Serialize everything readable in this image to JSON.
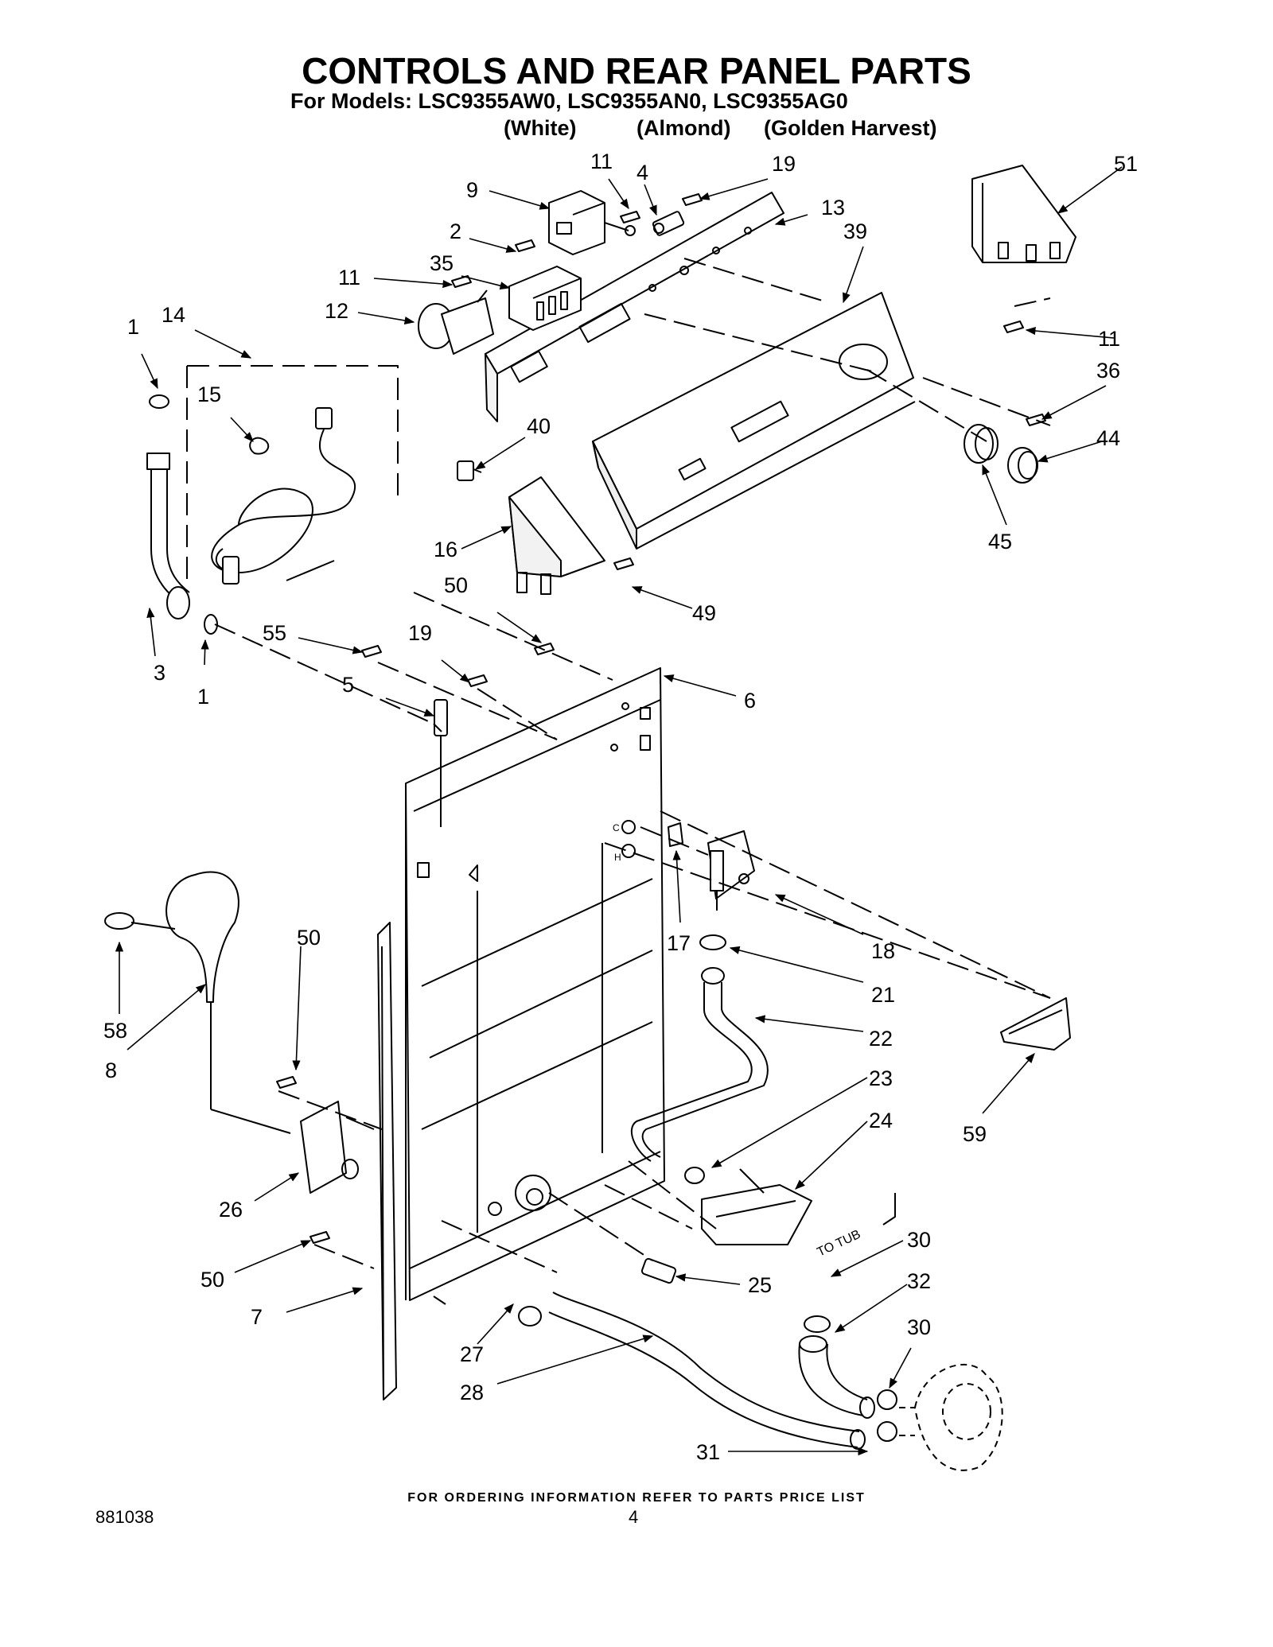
{
  "header": {
    "title": "CONTROLS AND REAR PANEL PARTS",
    "models_line": "For Models: LSC9355AW0, LSC9355AN0, LSC9355AG0",
    "variant_white": "(White)",
    "variant_almond": "(Almond)",
    "variant_golden": "(Golden Harvest)"
  },
  "callouts": {
    "c1a": "1",
    "c1b": "1",
    "c2": "2",
    "c3": "3",
    "c4": "4",
    "c5": "5",
    "c6": "6",
    "c7": "7",
    "c8": "8",
    "c9": "9",
    "c11a": "11",
    "c11b": "11",
    "c11c": "11",
    "c12": "12",
    "c13": "13",
    "c14": "14",
    "c15": "15",
    "c16": "16",
    "c17": "17",
    "c18": "18",
    "c19a": "19",
    "c19b": "19",
    "c21": "21",
    "c22": "22",
    "c23": "23",
    "c24": "24",
    "c25": "25",
    "c26": "26",
    "c27": "27",
    "c28": "28",
    "c30a": "30",
    "c30b": "30",
    "c31": "31",
    "c32": "32",
    "c35": "35",
    "c36": "36",
    "c39": "39",
    "c40": "40",
    "c44": "44",
    "c45": "45",
    "c49": "49",
    "c50a": "50",
    "c50b": "50",
    "c50c": "50",
    "c51": "51",
    "c55": "55",
    "c58": "58",
    "c59": "59"
  },
  "annotations": {
    "to_tub": "TO TUB",
    "c_mark": "C",
    "h_mark": "H"
  },
  "footer": {
    "ordering_note": "FOR ORDERING INFORMATION REFER TO PARTS PRICE LIST",
    "doc_number": "881038",
    "page_number": "4"
  }
}
